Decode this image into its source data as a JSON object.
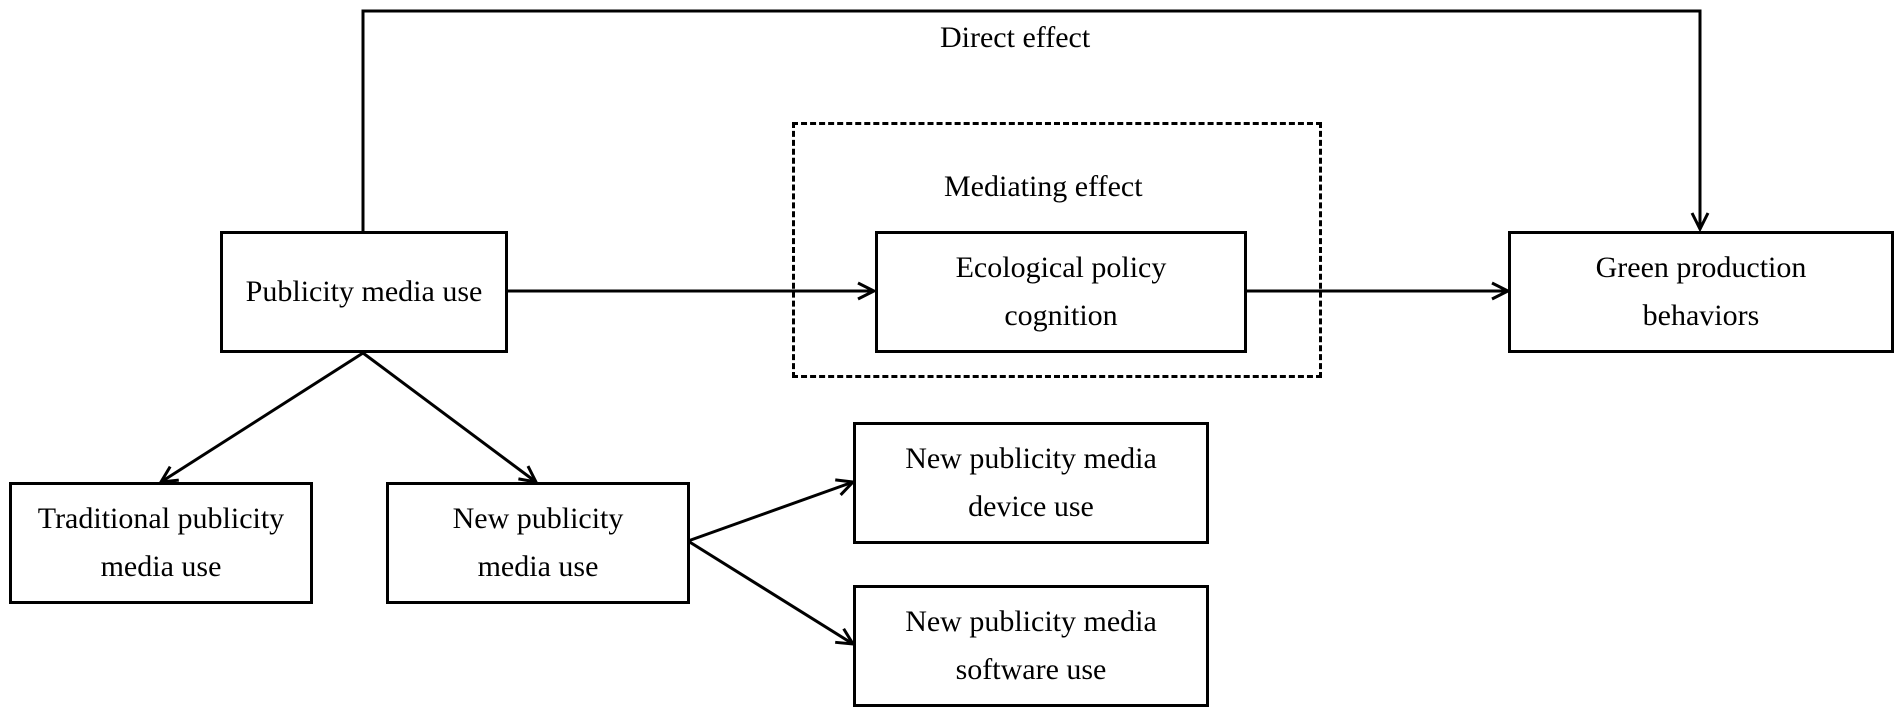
{
  "labels": {
    "direct_effect": "Direct effect",
    "mediating_effect": "Mediating effect"
  },
  "nodes": {
    "publicity_media_use": "Publicity media use",
    "ecological_policy_cognition": "Ecological policy\ncognition",
    "green_production_behaviors": "Green production\nbehaviors",
    "traditional_publicity_media_use": "Traditional publicity\nmedia use",
    "new_publicity_media_use": "New publicity\nmedia use",
    "new_publicity_media_device_use": "New publicity media\ndevice use",
    "new_publicity_media_software_use": "New publicity media\nsoftware use"
  },
  "colors": {
    "line": "#000000",
    "background": "#ffffff"
  }
}
